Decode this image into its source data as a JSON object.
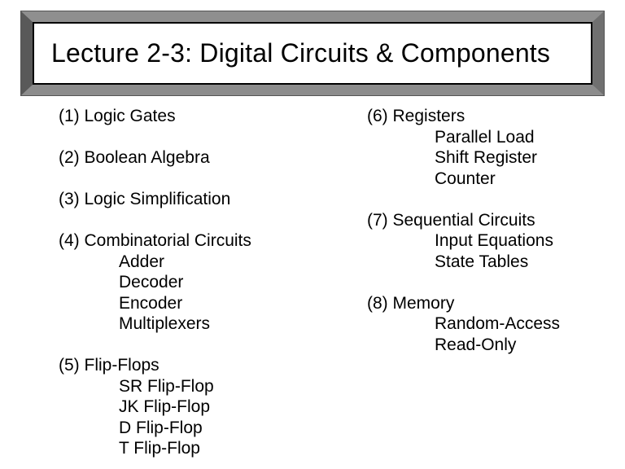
{
  "slide": {
    "title": "Lecture 2-3: Digital Circuits & Components"
  },
  "colors": {
    "background": "#ffffff",
    "text": "#000000",
    "border": "#000000",
    "bevel_top": "#8f8f8f",
    "bevel_bottom": "#8c8c8c",
    "bevel_left": "#595959",
    "bevel_right": "#707070",
    "bevel_edge": "#555555"
  },
  "columns": [
    {
      "groups": [
        {
          "label": "(1) Logic Gates",
          "subitems": []
        },
        {
          "label": "(2) Boolean Algebra",
          "subitems": []
        },
        {
          "label": "(3) Logic Simplification",
          "subitems": []
        },
        {
          "label": "(4) Combinatorial Circuits",
          "subitems": [
            "Adder",
            "Decoder",
            "Encoder",
            "Multiplexers"
          ]
        },
        {
          "label": "(5) Flip-Flops",
          "subitems": [
            "SR Flip-Flop",
            "JK Flip-Flop",
            "D Flip-Flop",
            "T Flip-Flop"
          ]
        }
      ]
    },
    {
      "groups": [
        {
          "label": "(6) Registers",
          "subitems": [
            "Parallel Load",
            "Shift Register",
            "Counter"
          ]
        },
        {
          "label": "(7) Sequential Circuits",
          "subitems": [
            "Input Equations",
            "State Tables"
          ]
        },
        {
          "label": "(8) Memory",
          "subitems": [
            "Random-Access",
            "Read-Only"
          ]
        }
      ]
    }
  ]
}
